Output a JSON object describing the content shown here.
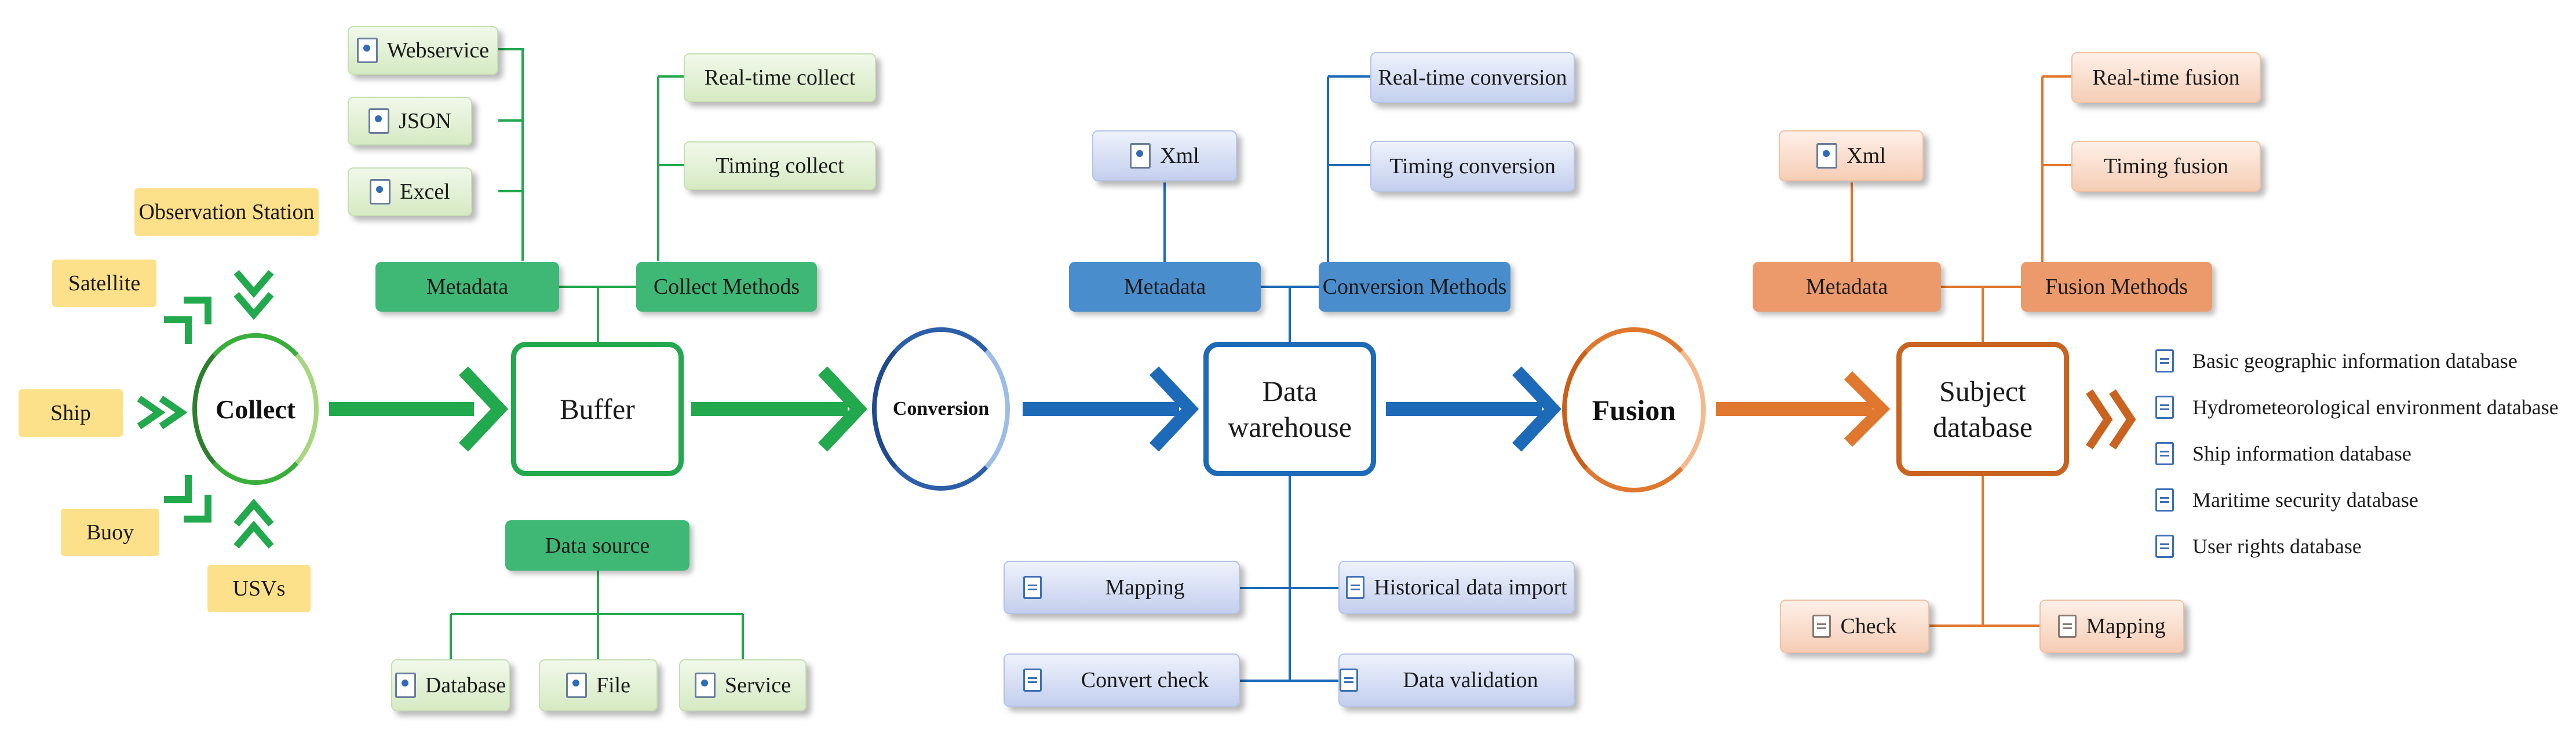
{
  "collect": {
    "center": "Collect",
    "sources": {
      "observation_station": "Observation Station",
      "satellite": "Satellite",
      "ship": "Ship",
      "buoy": "Buoy",
      "usvs": "USVs"
    }
  },
  "buffer": {
    "label": "Buffer",
    "metadata": "Metadata",
    "collect_methods": "Collect Methods",
    "metadata_items": [
      "Webservice",
      "JSON",
      "Excel"
    ],
    "method_items": [
      "Real-time collect",
      "Timing collect"
    ],
    "data_source": "Data source",
    "data_source_items": [
      "Database",
      "File",
      "Service"
    ]
  },
  "conversion": {
    "center": "Conversion",
    "stage_line1": "Data",
    "stage_line2": "warehouse",
    "metadata": "Metadata",
    "methods": "Conversion Methods",
    "metadata_items": [
      "Xml"
    ],
    "method_items": [
      "Real-time conversion",
      "Timing conversion"
    ],
    "bottom_items": [
      "Mapping",
      "Historical data import",
      "Convert check",
      "Data validation"
    ]
  },
  "fusion": {
    "center": "Fusion",
    "stage_line1": "Subject",
    "stage_line2": "database",
    "metadata": "Metadata",
    "methods": "Fusion Methods",
    "metadata_items": [
      "Xml"
    ],
    "method_items": [
      "Real-time fusion",
      "Timing fusion"
    ],
    "bottom_items": [
      "Check",
      "Mapping"
    ]
  },
  "databases": [
    "Basic geographic information database",
    "Hydrometeorological environment database",
    "Ship information database",
    "Maritime security database",
    "User rights database"
  ],
  "colors": {
    "green": "#22a84d",
    "blue": "#1d6ab8",
    "orange": "#e0772e",
    "source_yellow": "#fde08a"
  }
}
